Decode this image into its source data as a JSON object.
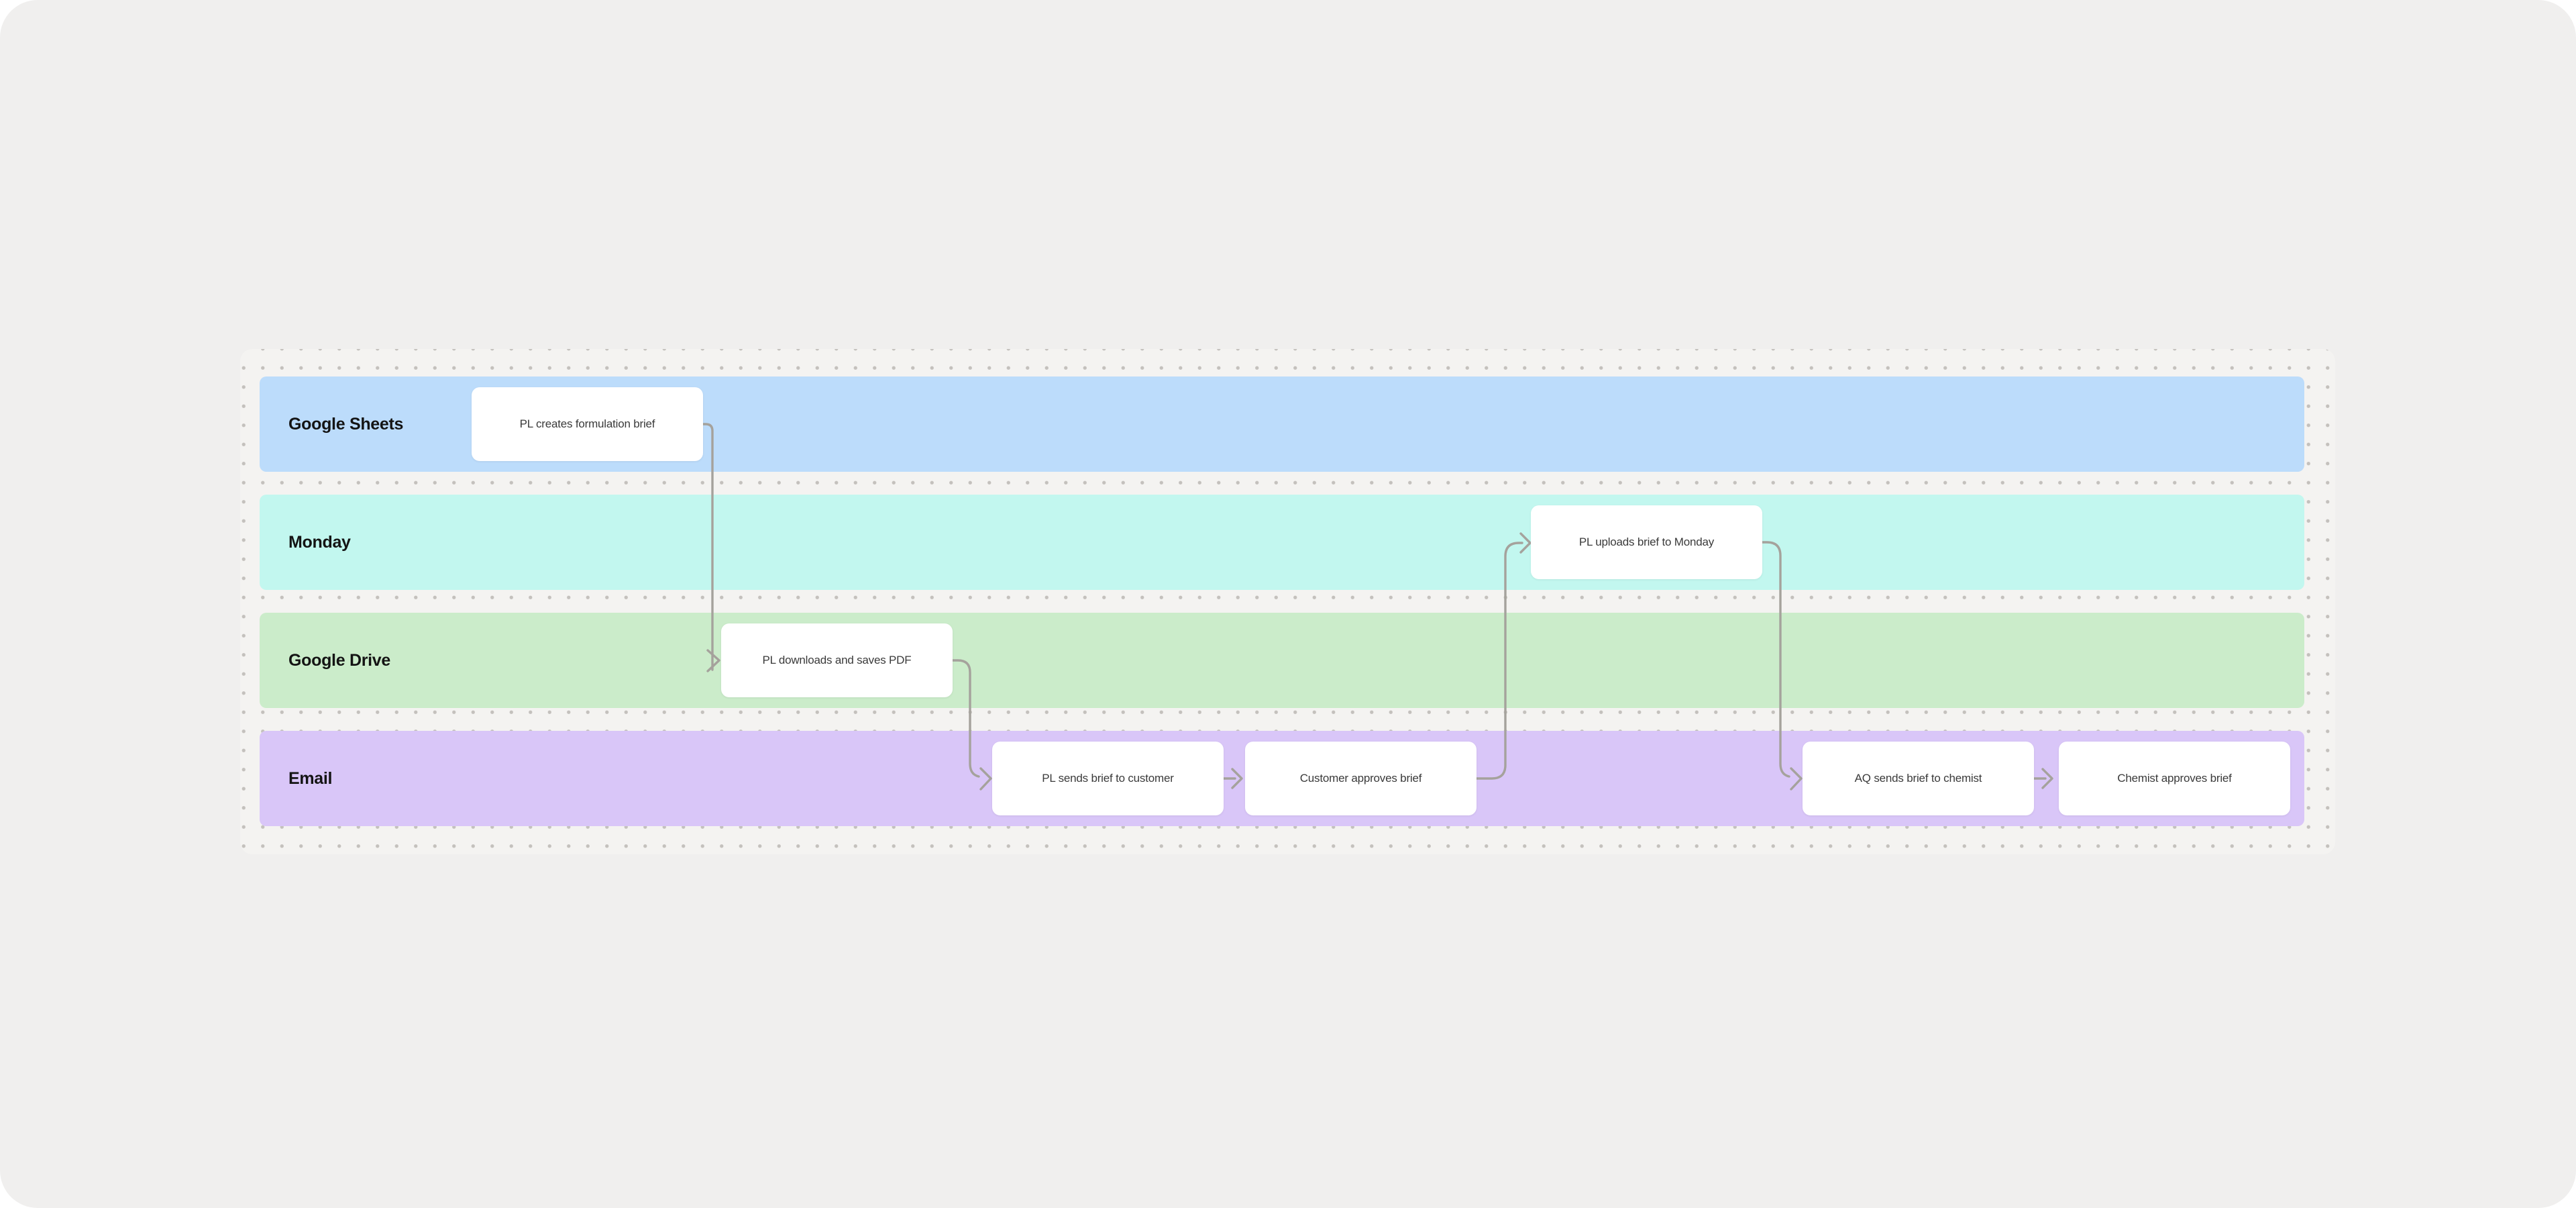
{
  "colors": {
    "page_bg": "#ffffff",
    "stage_bg": "#f0efee",
    "canvas_bg": "#f4f3f1",
    "dot_grid": "#c4c1bd",
    "connector": "#a5a29c",
    "card_bg": "#ffffff",
    "card_text": "#3a3a3a",
    "label_text": "#141414"
  },
  "lanes": [
    {
      "label": "Google Sheets",
      "color": "#bcdcfb"
    },
    {
      "label": "Monday",
      "color": "#c2f7ef"
    },
    {
      "label": "Google Drive",
      "color": "#cbecca"
    },
    {
      "label": "Email",
      "color": "#d9c6f8"
    }
  ],
  "nodes": [
    {
      "label": "PL creates formulation brief",
      "lane": "Google Sheets"
    },
    {
      "label": "PL downloads and saves PDF",
      "lane": "Google Drive"
    },
    {
      "label": "PL sends brief to customer",
      "lane": "Email"
    },
    {
      "label": "Customer approves brief",
      "lane": "Email"
    },
    {
      "label": "PL uploads brief to Monday",
      "lane": "Monday"
    },
    {
      "label": "AQ sends brief to chemist",
      "lane": "Email"
    },
    {
      "label": "Chemist approves brief",
      "lane": "Email"
    }
  ],
  "connectors": [
    {
      "from": "PL creates formulation brief",
      "to": "PL downloads and saves PDF"
    },
    {
      "from": "PL downloads and saves PDF",
      "to": "PL sends brief to customer"
    },
    {
      "from": "PL sends brief to customer",
      "to": "Customer approves brief"
    },
    {
      "from": "Customer approves brief",
      "to": "PL uploads brief to Monday"
    },
    {
      "from": "PL uploads brief to Monday",
      "to": "AQ sends brief to chemist"
    },
    {
      "from": "AQ sends brief to chemist",
      "to": "Chemist approves brief"
    }
  ]
}
